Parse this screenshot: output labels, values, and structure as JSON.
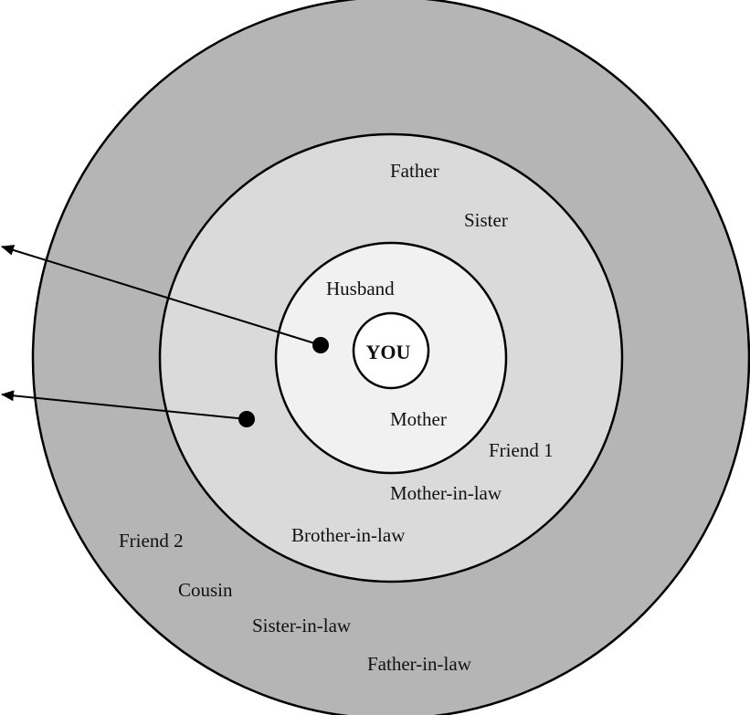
{
  "colors": {
    "outer_ring": "#b5b5b5",
    "middle_ring": "#dadada",
    "inner_ring": "#f1f1f1",
    "center": "#ffffff",
    "stroke": "#000000"
  },
  "center_label": "YOU",
  "inner_circle": {
    "members": [
      "Husband",
      "Mother"
    ]
  },
  "middle_circle": {
    "members": [
      "Father",
      "Sister",
      "Friend 1",
      "Mother-in-law",
      "Brother-in-law"
    ]
  },
  "outer_circle": {
    "members": [
      "Friend 2",
      "Cousin",
      "Sister-in-law",
      "Father-in-law"
    ]
  }
}
